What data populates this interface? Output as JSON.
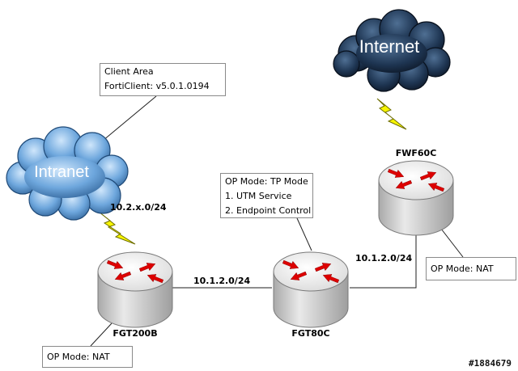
{
  "colors": {
    "link": "#1e1e1e",
    "bolt_fill": "#f7f500",
    "bolt_stroke": "#6e6e00",
    "router_top": "#f4f4f4",
    "router_side": "#cfcfcf",
    "arrow_red": "#dd0000",
    "internet_cloud": "#1d2f45",
    "intranet_cloud": "#5d9bd5"
  },
  "icons": [
    "cloud-icon",
    "router-icon",
    "lightning-bolt-icon"
  ],
  "clouds": {
    "internet": {
      "label": "Internet"
    },
    "intranet": {
      "label": "Intranet"
    }
  },
  "devices": {
    "fwf60c": {
      "name": "FWF60C"
    },
    "fgt200b": {
      "name": "FGT200B"
    },
    "fgt80c": {
      "name": "FGT80C"
    }
  },
  "links": {
    "intranet_subnet": "10.2.x.0/24",
    "fgt200b_to_fgt80c": "10.1.2.0/24",
    "fgt80c_to_fwf60c": "10.1.2.0/24"
  },
  "callouts": {
    "client_area": {
      "lines": [
        "Client Area",
        "FortiClient: v5.0.1.0194"
      ]
    },
    "fgt80c_mode": {
      "lines": [
        "OP Mode: TP Mode",
        "1. UTM Service",
        "2. Endpoint Control"
      ]
    },
    "fwf60c_mode": {
      "lines": [
        "OP Mode: NAT"
      ]
    },
    "fgt200b_mode": {
      "lines": [
        "OP Mode: NAT"
      ]
    }
  },
  "watermark": "#1884679"
}
